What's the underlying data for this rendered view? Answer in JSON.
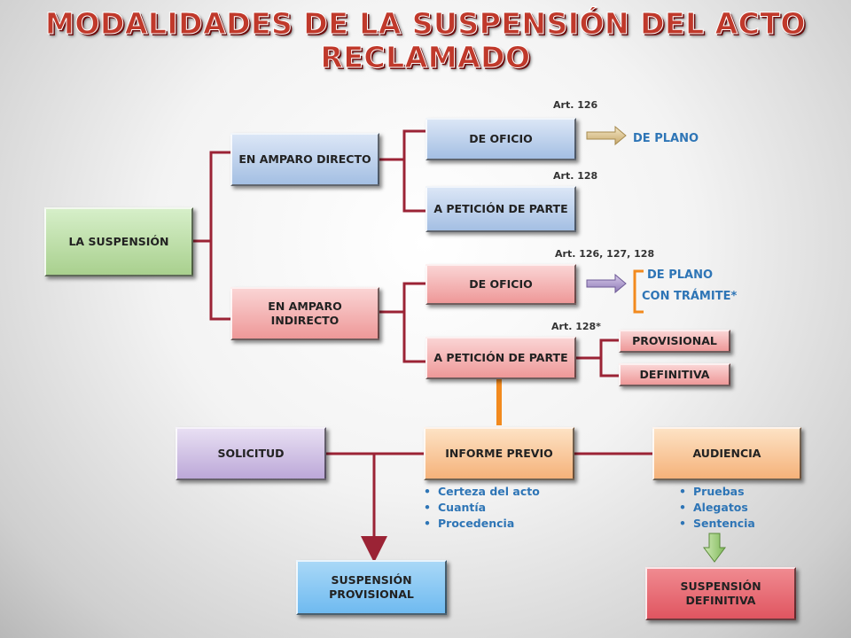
{
  "title": {
    "line1": "MODALIDADES DE LA SUSPENSIÓN DEL ACTO",
    "line2": "RECLAMADO"
  },
  "boxes": {
    "root": "LA SUSPENSIÓN",
    "amparo_directo": "EN AMPARO DIRECTO",
    "amparo_indirecto": "EN AMPARO INDIRECTO",
    "directo_oficio": "DE OFICIO",
    "directo_peticion": "A PETICIÓN DE PARTE",
    "indirecto_oficio": "DE OFICIO",
    "indirecto_peticion": "A PETICIÓN DE PARTE",
    "provisional": "PROVISIONAL",
    "definitiva": "DEFINITIVA",
    "solicitud": "SOLICITUD",
    "informe_previo": "INFORME PREVIO",
    "audiencia": "AUDIENCIA",
    "suspension_provisional": "SUSPENSIÓN PROVISIONAL",
    "suspension_definitiva": "SUSPENSIÓN DEFINITIVA"
  },
  "articles": {
    "art126": "Art. 126",
    "art128": "Art. 128",
    "art126_127_128": "Art. 126, 127, 128",
    "art128_star": "Art. 128*"
  },
  "outcomes": {
    "directo_de_plano": "DE PLANO",
    "indirecto_de_plano": "DE PLANO",
    "con_tramite": "CON TRÁMITE*"
  },
  "informe_items": [
    "Certeza del acto",
    "Cuantía",
    "Procedencia"
  ],
  "audiencia_items": [
    "Pruebas",
    "Alegatos",
    "Sentencia"
  ],
  "colors": {
    "title": "#c0392b",
    "connector": "#9b2335",
    "accent_text": "#2e75b6",
    "orange_connector": "#f28a1e"
  }
}
